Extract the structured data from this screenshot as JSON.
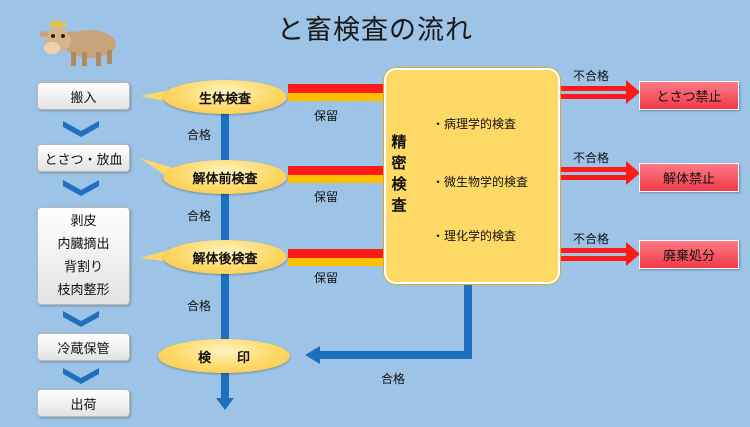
{
  "title": "と畜検査の流れ",
  "process_steps": [
    "搬入",
    "とさつ・放血",
    [
      "剥皮",
      "内臓摘出",
      "背割り",
      "枝肉整形"
    ],
    "冷蔵保管",
    "出荷"
  ],
  "stages": [
    {
      "label": "生体検査",
      "pass": "合格",
      "hold": "保留",
      "fail": "不合格",
      "result": "とさつ禁止"
    },
    {
      "label": "解体前検査",
      "pass": "合格",
      "hold": "保留",
      "fail": "不合格",
      "result": "解体禁止"
    },
    {
      "label": "解体後検査",
      "pass": "合格",
      "hold": "保留",
      "fail": "不合格",
      "result": "廃棄処分"
    }
  ],
  "stamp": "検　　印",
  "detailed_inspection": {
    "title": "精密検査",
    "items": [
      "・病理学的検査",
      "・微生物学的検査",
      "・理化学的検査"
    ],
    "pass": "合格"
  },
  "colors": {
    "background": "#9dc3e6",
    "flow_blue": "#1f6fbf",
    "fail_red": "#ff1a1a",
    "hold_yellow": "#ffc000",
    "result_red": "#f03a4a",
    "bubble_gold": "#ffd966"
  },
  "icons": [
    "cow-icon",
    "chevron-down-icon"
  ]
}
